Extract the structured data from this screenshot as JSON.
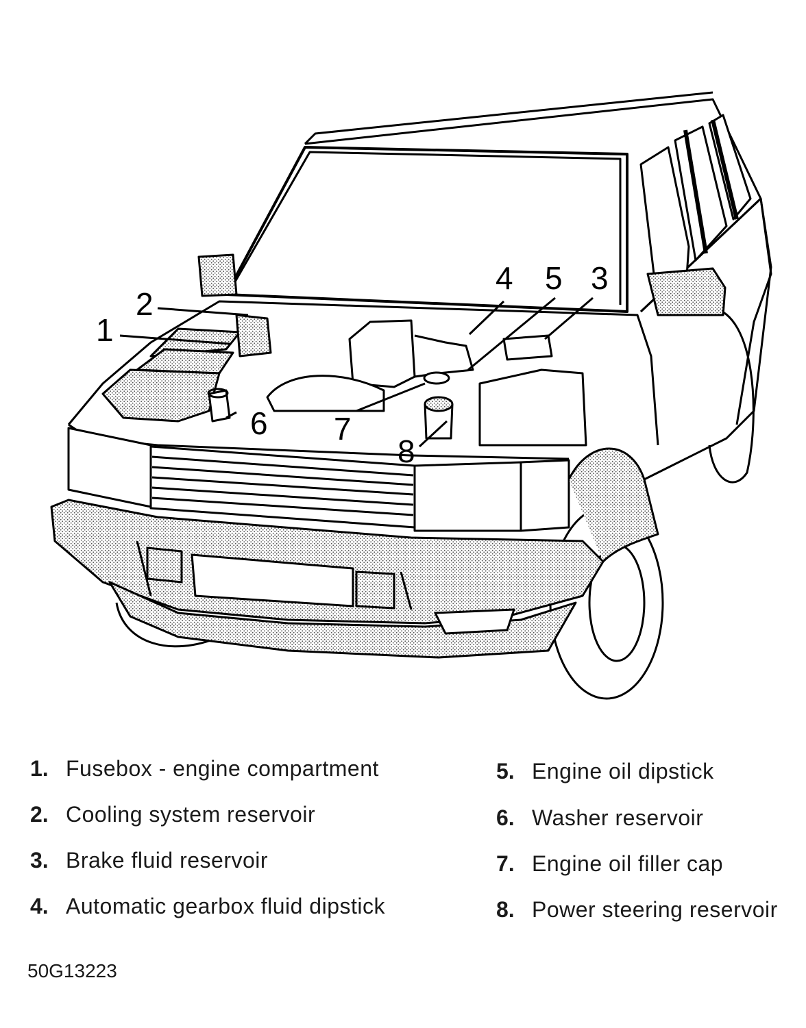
{
  "callouts": [
    {
      "number": "1"
    },
    {
      "number": "2"
    },
    {
      "number": "3"
    },
    {
      "number": "4"
    },
    {
      "number": "5"
    },
    {
      "number": "6"
    },
    {
      "number": "7"
    },
    {
      "number": "8"
    }
  ],
  "legend": {
    "left": [
      {
        "number": "1.",
        "label": "Fusebox - engine compartment"
      },
      {
        "number": "2.",
        "label": "Cooling system reservoir"
      },
      {
        "number": "3.",
        "label": "Brake fluid reservoir"
      },
      {
        "number": "4.",
        "label": "Automatic gearbox fluid dipstick"
      }
    ],
    "right": [
      {
        "number": "5.",
        "label": "Engine oil dipstick"
      },
      {
        "number": "6.",
        "label": "Washer reservoir"
      },
      {
        "number": "7.",
        "label": "Engine oil filler cap"
      },
      {
        "number": "8.",
        "label": "Power steering reservoir"
      }
    ]
  },
  "figure_id": "50G13223"
}
